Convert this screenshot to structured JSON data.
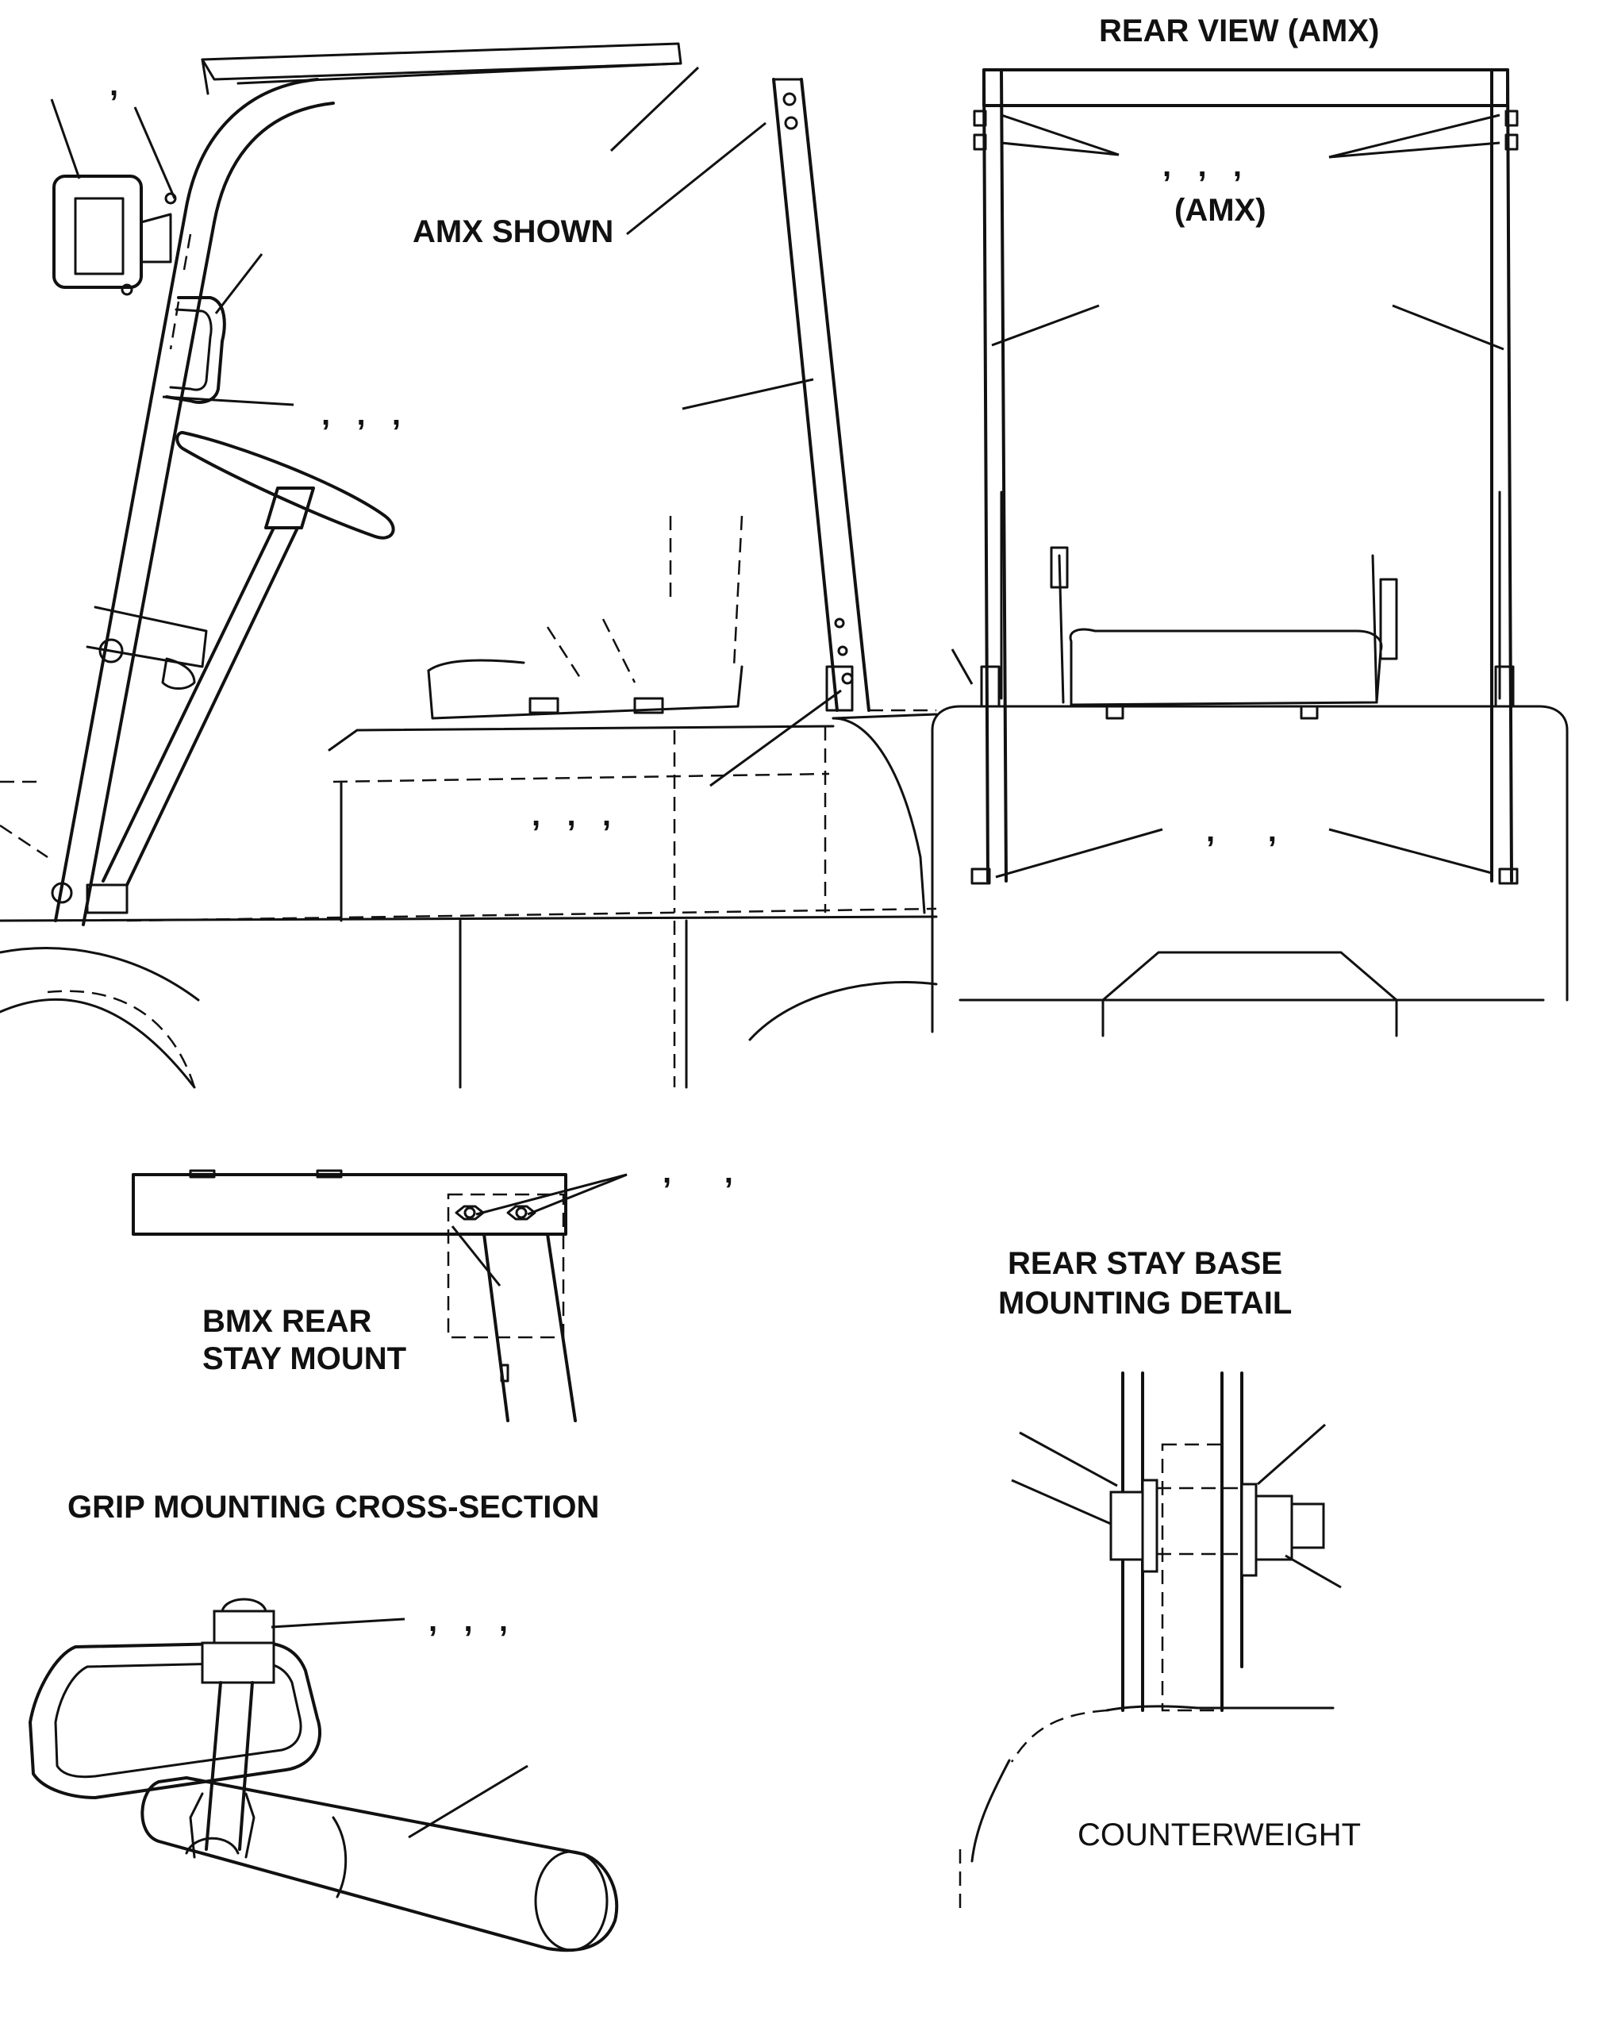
{
  "labels": {
    "amx_shown": "AMX SHOWN",
    "rear_view": "REAR VIEW (AMX)",
    "amx_sub": "(AMX)",
    "bmx_rear_1": "BMX REAR",
    "bmx_rear_2": "STAY MOUNT",
    "grip_mount": "GRIP MOUNTING CROSS-SECTION",
    "rear_stay_1": "REAR STAY BASE",
    "rear_stay_2": "MOUNTING DETAIL",
    "counterweight": "COUNTERWEIGHT"
  },
  "callouts": {
    "mirror": ",",
    "grip": ",   ,   ,",
    "base": ",   ,   ,",
    "rear_top": ",   ,   ,",
    "rear_bottom": ",      ,",
    "bmx": ",      ,",
    "grip_section": ",   ,   ,"
  }
}
